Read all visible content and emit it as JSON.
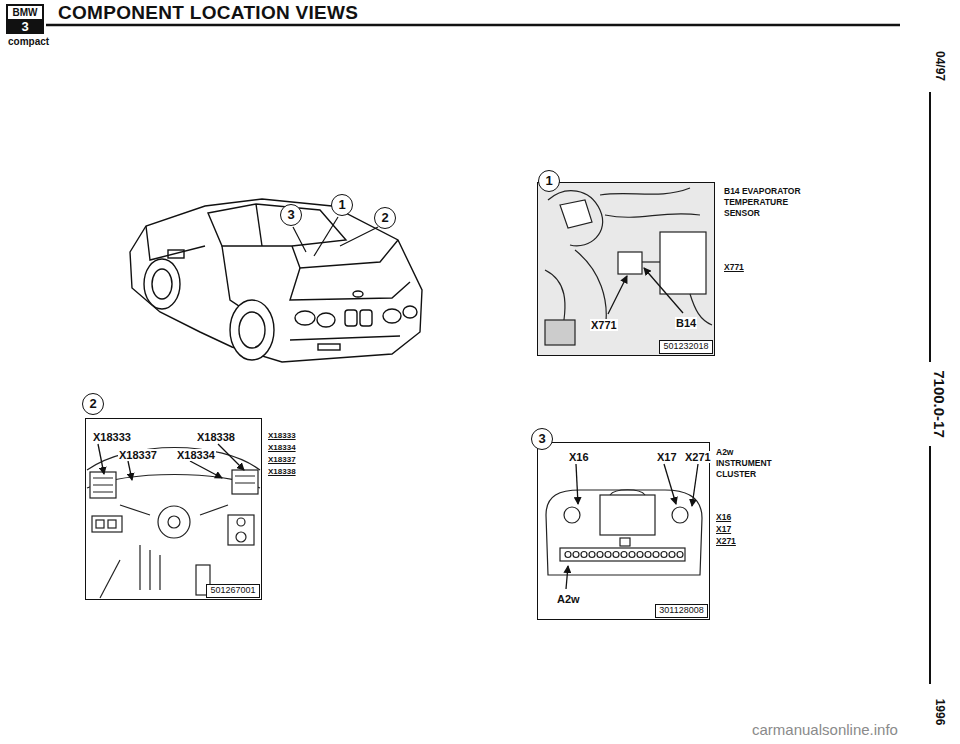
{
  "diagram": {
    "title": "COMPONENT LOCATION VIEWS",
    "nodes": [
      {
        "text": [
          "BMW",
          "3"
        ]
      },
      {
        "text": [
          "3"
        ]
      },
      {
        "text": [
          "1"
        ]
      },
      {
        "text": [
          "2"
        ]
      },
      {
        "text": [
          "X771",
          "B14"
        ]
      },
      {
        "text": [
          "1"
        ],
        "in": 4
      },
      {
        "text": [
          "501232018"
        ],
        "in": 4
      },
      {
        "text": [
          "X18333",
          "X18338",
          "X18337",
          "X18334"
        ]
      },
      {
        "text": [
          "2"
        ],
        "in": 7
      },
      {
        "text": [
          "501267001"
        ],
        "in": 7
      },
      {
        "text": [
          "X16",
          "X17",
          "X271",
          "A2w"
        ]
      },
      {
        "text": [
          "3"
        ],
        "in": 10
      },
      {
        "text": [
          "301128008"
        ],
        "in": 10
      }
    ],
    "labels": [
      "compact",
      "04/97",
      "7100.0-17",
      "1996",
      "B14 EVAPORATOR TEMPERATURE SENSOR",
      "X771",
      "X18333",
      "X18334",
      "X18337",
      "X18338",
      "A2w INSTRUMENT CLUSTER",
      "X16",
      "X17",
      "X271",
      "carmanualsonline.info"
    ]
  }
}
